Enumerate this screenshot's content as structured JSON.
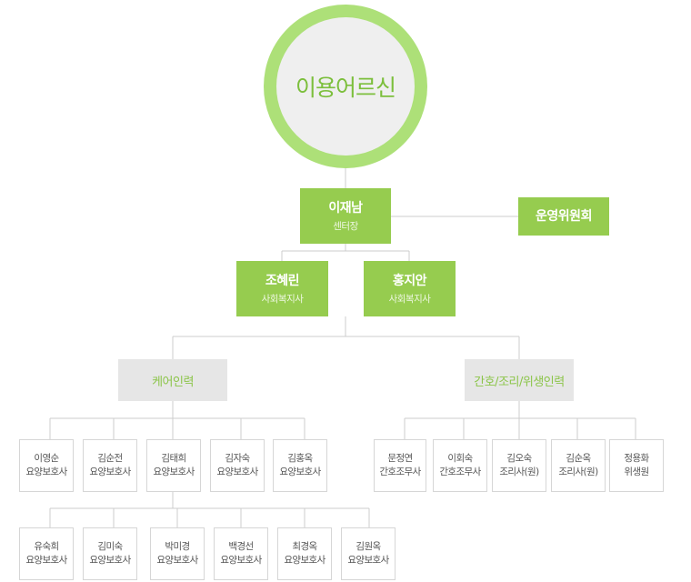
{
  "root": {
    "label": "이용어르신"
  },
  "director": {
    "name": "이재남",
    "role": "센터장"
  },
  "committee": {
    "name": "운영위원회"
  },
  "social_workers": [
    {
      "name": "조혜린",
      "role": "사회복지사"
    },
    {
      "name": "홍지안",
      "role": "사회복지사"
    }
  ],
  "care": {
    "label": "케어인력",
    "row1": [
      {
        "name": "이영순",
        "role": "요양보호사"
      },
      {
        "name": "김순전",
        "role": "요양보호사"
      },
      {
        "name": "김태희",
        "role": "요양보호사"
      },
      {
        "name": "김자숙",
        "role": "요양보호사"
      },
      {
        "name": "김홍옥",
        "role": "요양보호사"
      }
    ],
    "row2": [
      {
        "name": "유숙희",
        "role": "요양보호사"
      },
      {
        "name": "김미숙",
        "role": "요양보호사"
      },
      {
        "name": "박미경",
        "role": "요양보호사"
      },
      {
        "name": "백경선",
        "role": "요양보호사"
      },
      {
        "name": "최경옥",
        "role": "요양보호사"
      },
      {
        "name": "김원옥",
        "role": "요양보호사"
      }
    ]
  },
  "nursing": {
    "label": "간호/조리/위생인력",
    "staff": [
      {
        "name": "문정연",
        "role": "간호조무사"
      },
      {
        "name": "이회숙",
        "role": "간호조무사"
      },
      {
        "name": "김오숙",
        "role": "조리사(원)"
      },
      {
        "name": "김순옥",
        "role": "조리사(원)"
      },
      {
        "name": "정용화",
        "role": "위생원"
      }
    ]
  },
  "colors": {
    "accent_green": "#96cc4f",
    "ring_green": "#ade078",
    "label_green": "#7cbf3c",
    "category_bg": "#e6e6e6",
    "line": "#cccccc"
  }
}
